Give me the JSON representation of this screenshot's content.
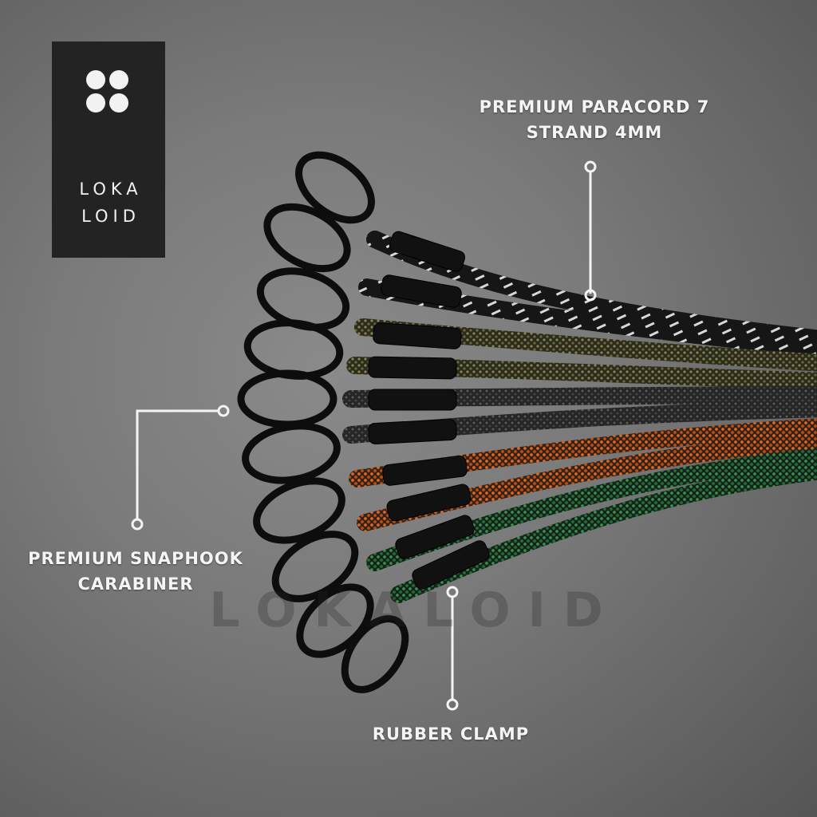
{
  "brand": {
    "logo_line1": "LOKA",
    "logo_line2": "LOID",
    "watermark": "LOKALOID"
  },
  "callouts": {
    "paracord_line1": "PREMIUM PARACORD 7",
    "paracord_line2": "STRAND 4MM",
    "snaphook_line1": "PREMIUM SNAPHOOK",
    "snaphook_line2": "CARABINER",
    "clamp": "RUBBER CLAMP"
  },
  "colors": {
    "background": "#7a7a7a",
    "logo_box": "#232323",
    "callout_text": "#f4f4f4",
    "cord_black_reflective": "#1c1c1c",
    "cord_olive": "#5a5a32",
    "cord_charcoal": "#3a3a3a",
    "cord_orange": "#c0581e",
    "cord_green": "#2f6b3c"
  }
}
